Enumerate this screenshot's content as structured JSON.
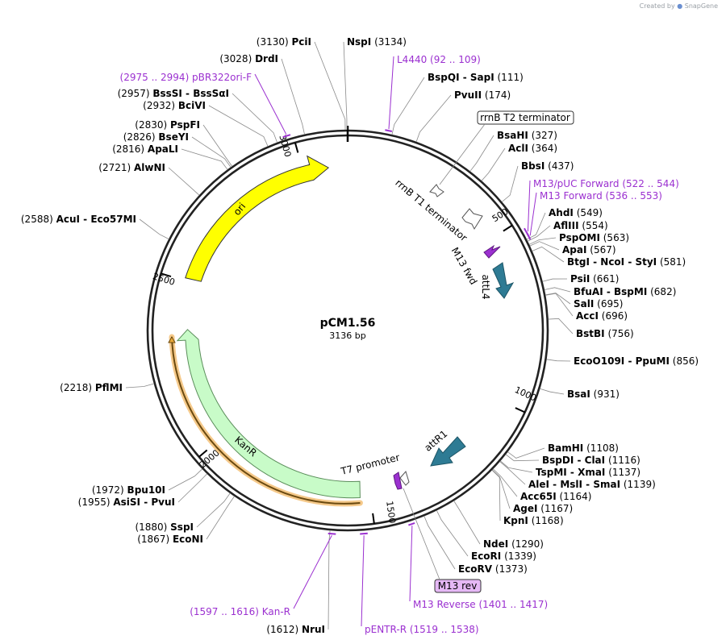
{
  "credit": {
    "created_by": "Created by",
    "brand": "SnapGene"
  },
  "plasmid": {
    "name": "pCM1.56",
    "length": 3136,
    "size_label": "3136 bp"
  },
  "colors": {
    "ori": "#ffff00",
    "kanr": "#c8fbc8",
    "attL4": "#2e7b94",
    "attR1": "#2e7b94",
    "primer": "#9b30d0",
    "orf": "#e8a838"
  },
  "ticks": [
    {
      "pos": 500,
      "label": "500"
    },
    {
      "pos": 1000,
      "label": "1000"
    },
    {
      "pos": 1500,
      "label": "1500"
    },
    {
      "pos": 2000,
      "label": "2000"
    },
    {
      "pos": 2500,
      "label": "2500"
    },
    {
      "pos": 3000,
      "label": "3000"
    }
  ],
  "sites": [
    {
      "name": "PciI",
      "pos": 3130,
      "label": "(3130)  PciI",
      "anchor": "end"
    },
    {
      "name": "NspI",
      "pos": 3134,
      "label": "NspI   (3134)",
      "anchor": "start"
    },
    {
      "name": "BspQI-SapI",
      "pos": 111,
      "label": "BspQI  - SapI   (111)",
      "anchor": "start"
    },
    {
      "name": "PvuII",
      "pos": 174,
      "label": "PvuII   (174)",
      "anchor": "start"
    },
    {
      "name": "BsaHI",
      "pos": 327,
      "label": "BsaHI   (327)",
      "anchor": "start"
    },
    {
      "name": "AclI",
      "pos": 364,
      "label": "AclI   (364)",
      "anchor": "start"
    },
    {
      "name": "BbsI",
      "pos": 437,
      "label": "BbsI   (437)",
      "anchor": "start"
    },
    {
      "name": "AhdI",
      "pos": 549,
      "label": "AhdI   (549)",
      "anchor": "start"
    },
    {
      "name": "AflIII",
      "pos": 554,
      "label": "AflIII   (554)",
      "anchor": "start"
    },
    {
      "name": "PspOMI",
      "pos": 563,
      "label": "PspOMI   (563)",
      "anchor": "start"
    },
    {
      "name": "ApaI",
      "pos": 567,
      "label": "ApaI   (567)",
      "anchor": "start"
    },
    {
      "name": "BtgI-NcoI-StyI",
      "pos": 581,
      "label": "BtgI  - NcoI  - StyI   (581)",
      "anchor": "start"
    },
    {
      "name": "PsiI",
      "pos": 661,
      "label": "PsiI   (661)",
      "anchor": "start"
    },
    {
      "name": "BfuAI-BspMI",
      "pos": 682,
      "label": "BfuAI  - BspMI   (682)",
      "anchor": "start"
    },
    {
      "name": "SalI",
      "pos": 695,
      "label": "SalI   (695)",
      "anchor": "start"
    },
    {
      "name": "AccI",
      "pos": 696,
      "label": "AccI   (696)",
      "anchor": "start"
    },
    {
      "name": "BstBI",
      "pos": 756,
      "label": "BstBI   (756)",
      "anchor": "start"
    },
    {
      "name": "EcoO109I-PpuMI",
      "pos": 856,
      "label": "EcoO109I  - PpuMI   (856)",
      "anchor": "start"
    },
    {
      "name": "BsaI",
      "pos": 931,
      "label": "BsaI   (931)",
      "anchor": "start"
    },
    {
      "name": "BamHI",
      "pos": 1108,
      "label": "BamHI   (1108)",
      "anchor": "start"
    },
    {
      "name": "BspDI-ClaI",
      "pos": 1116,
      "label": "BspDI  - ClaI   (1116)",
      "anchor": "start"
    },
    {
      "name": "TspMI-XmaI",
      "pos": 1137,
      "label": "TspMI  - XmaI   (1137)",
      "anchor": "start"
    },
    {
      "name": "AleI-MslI-SmaI",
      "pos": 1139,
      "label": "AleI  - MslI  - SmaI   (1139)",
      "anchor": "start"
    },
    {
      "name": "Acc65I",
      "pos": 1164,
      "label": "Acc65I   (1164)",
      "anchor": "start"
    },
    {
      "name": "AgeI",
      "pos": 1167,
      "label": "AgeI   (1167)",
      "anchor": "start"
    },
    {
      "name": "KpnI",
      "pos": 1168,
      "label": "KpnI   (1168)",
      "anchor": "start"
    },
    {
      "name": "NdeI",
      "pos": 1290,
      "label": "NdeI   (1290)",
      "anchor": "start"
    },
    {
      "name": "EcoRI",
      "pos": 1339,
      "label": "EcoRI   (1339)",
      "anchor": "start"
    },
    {
      "name": "EcoRV",
      "pos": 1373,
      "label": "EcoRV   (1373)",
      "anchor": "start"
    },
    {
      "name": "NruI",
      "pos": 1612,
      "label": "(1612)  NruI",
      "anchor": "end"
    },
    {
      "name": "EcoNI",
      "pos": 1867,
      "label": "(1867)  EcoNI",
      "anchor": "end"
    },
    {
      "name": "SspI",
      "pos": 1880,
      "label": "(1880)  SspI",
      "anchor": "end"
    },
    {
      "name": "AsiSI-PvuI",
      "pos": 1955,
      "label": "(1955)  AsiSI  - PvuI",
      "anchor": "end"
    },
    {
      "name": "Bpu10I",
      "pos": 1972,
      "label": "(1972)  Bpu10I",
      "anchor": "end"
    },
    {
      "name": "PflMI",
      "pos": 2218,
      "label": "(2218)  PflMI",
      "anchor": "end"
    },
    {
      "name": "AcuI-Eco57MI",
      "pos": 2588,
      "label": "(2588)  AcuI  - Eco57MI",
      "anchor": "end"
    },
    {
      "name": "AlwNI",
      "pos": 2721,
      "label": "(2721)  AlwNI",
      "anchor": "end"
    },
    {
      "name": "ApaLI",
      "pos": 2816,
      "label": "(2816)  ApaLI",
      "anchor": "end"
    },
    {
      "name": "BseYI",
      "pos": 2826,
      "label": "(2826)  BseYI",
      "anchor": "end"
    },
    {
      "name": "PspFI",
      "pos": 2830,
      "label": "(2830)  PspFI",
      "anchor": "end"
    },
    {
      "name": "BciVI",
      "pos": 2932,
      "label": "(2932)  BciVI",
      "anchor": "end"
    },
    {
      "name": "BssSI-BssSaI",
      "pos": 2957,
      "label": "(2957)  BssSI  - BssSαI",
      "anchor": "end"
    },
    {
      "name": "DrdI",
      "pos": 3028,
      "label": "(3028)  DrdI",
      "anchor": "end"
    }
  ],
  "primers": [
    {
      "name": "L4440",
      "start": 92,
      "end": 109,
      "label": "L4440   (92 .. 109)",
      "anchor": "start"
    },
    {
      "name": "pBR322ori-F",
      "start": 2975,
      "end": 2994,
      "label": "(2975 .. 2994)  pBR322ori-F",
      "anchor": "end"
    },
    {
      "name": "M13/pUC Forward",
      "start": 522,
      "end": 544,
      "label": "M13/pUC Forward   (522 .. 544)",
      "anchor": "start"
    },
    {
      "name": "M13 Forward",
      "start": 536,
      "end": 553,
      "label": "M13 Forward   (536 .. 553)",
      "anchor": "start"
    },
    {
      "name": "M13 Reverse",
      "start": 1401,
      "end": 1417,
      "label": "M13 Reverse   (1401 .. 1417)",
      "anchor": "start"
    },
    {
      "name": "pENTR-R",
      "start": 1519,
      "end": 1538,
      "label": "pENTR-R   (1519 .. 1538)",
      "anchor": "start"
    },
    {
      "name": "Kan-R",
      "start": 1597,
      "end": 1616,
      "label": "(1597 .. 1616)  Kan-R",
      "anchor": "end"
    }
  ],
  "features": {
    "ori": "ori",
    "kanr": "KanR",
    "attL4": "attL4",
    "attR1": "attR1",
    "rrnB_T1": "rrnB T1 terminator",
    "rrnB_T2": "rrnB T2 terminator",
    "m13_fwd": "M13 fwd",
    "t7_promoter": "T7 promoter",
    "m13_rev": "M13 rev"
  }
}
